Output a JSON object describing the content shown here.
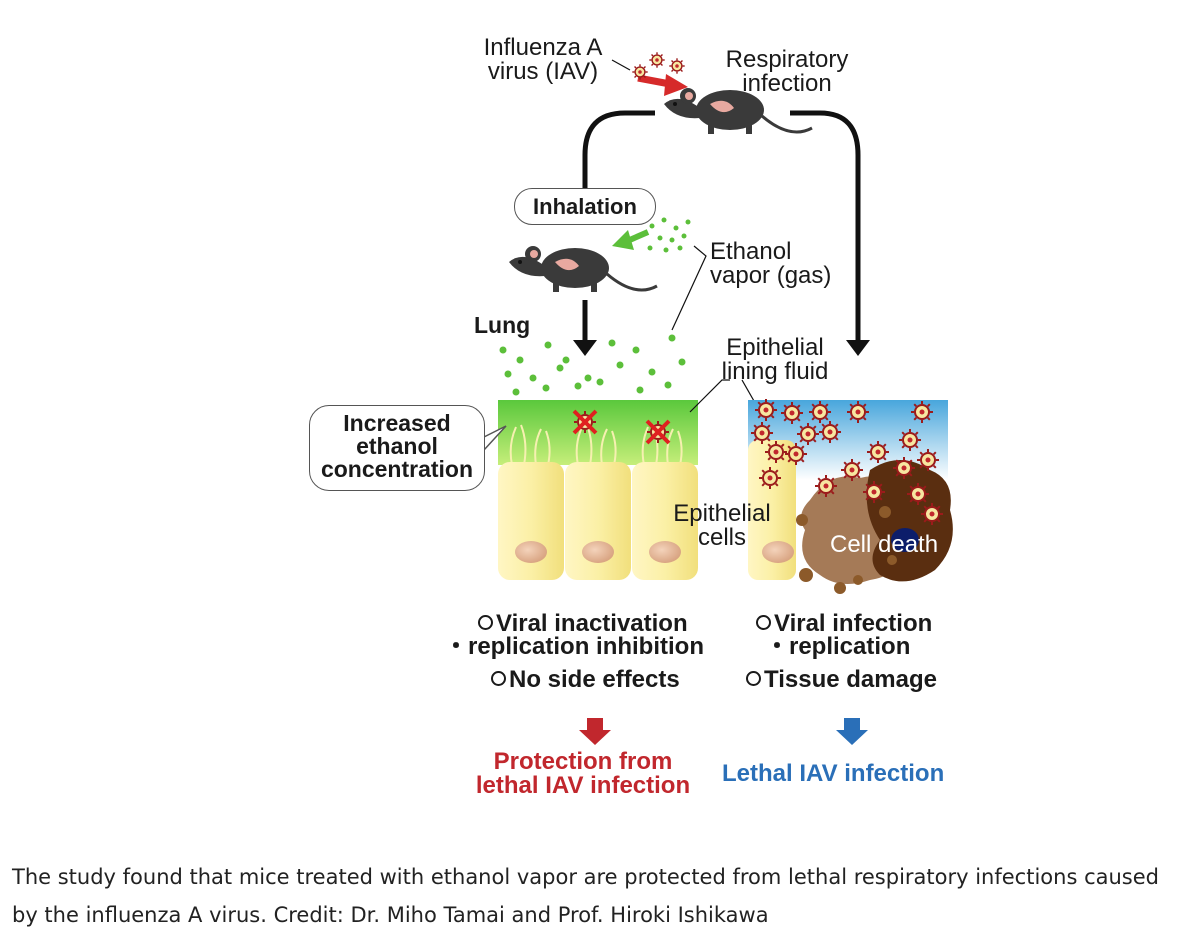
{
  "labels": {
    "virus": "Influenza A\nvirus (IAV)",
    "respiratory_infection": "Respiratory\ninfection",
    "inhalation": "Inhalation",
    "ethanol_vapor": "Ethanol\nvapor (gas)",
    "lung": "Lung",
    "epithelial_lining_fluid": "Epithelial\nlining fluid",
    "increased_ethanol": "Increased\nethanol\nconcentration",
    "epithelial_cells": "Epithelial\ncells",
    "cell_death": "Cell death"
  },
  "left_outcome": {
    "line1": "Viral inactivation",
    "line2": "・replication inhibition",
    "line3": "No side effects",
    "result": "Protection from\nlethal IAV infection"
  },
  "right_outcome": {
    "line1": "Viral infection",
    "line2": "・replication",
    "line3": "Tissue damage",
    "result": "Lethal IAV infection"
  },
  "caption": "The study found that mice treated with ethanol vapor are protected from lethal respiratory infections caused by the influenza A virus. Credit: Dr. Miho Tamai and Prof. Hiroki Ishikawa",
  "colors": {
    "protection_red": "#c1272d",
    "lethal_blue": "#2a6fb8",
    "ethanol_green": "#5cbf3a",
    "epithelial_yellow": "#fbf0a6"
  }
}
